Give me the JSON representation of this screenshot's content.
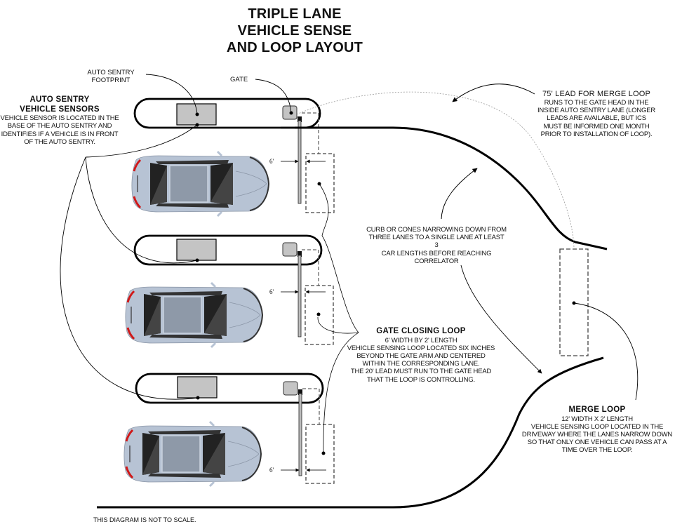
{
  "title": {
    "line1": "TRIPLE LANE",
    "line2": "VEHICLE SENSE",
    "line3": "AND LOOP LAYOUT"
  },
  "labels": {
    "footprint_line1": "AUTO SENTRY",
    "footprint_line2": "FOOTPRINT",
    "gate": "GATE",
    "dimension": "6'"
  },
  "auto_sentry_sensors": {
    "heading_line1": "AUTO SENTRY",
    "heading_line2": "VEHICLE SENSORS",
    "body": [
      "VEHICLE SENSOR IS LOCATED IN THE",
      "BASE OF THE AUTO SENTRY AND",
      "IDENTIFIES IF A VEHICLE IS IN FRONT",
      "OF THE AUTO SENTRY."
    ]
  },
  "merge_lead_note": {
    "heading": "75' LEAD FOR MERGE LOOP",
    "body": [
      "RUNS TO THE GATE HEAD IN THE",
      "INSIDE AUTO SENTRY LANE (LONGER",
      "LEADS ARE AVAILABLE, BUT ICS",
      "MUST BE INFORMED ONE MONTH",
      "PRIOR TO INSTALLATION OF LOOP)."
    ]
  },
  "curb_note": {
    "body": [
      "CURB OR CONES NARROWING DOWN FROM",
      "THREE LANES TO A SINGLE LANE AT LEAST 3",
      "CAR LENGTHS BEFORE REACHING",
      "CORRELATOR"
    ]
  },
  "gate_closing_loop": {
    "heading": "GATE CLOSING LOOP",
    "body": [
      "6' WIDTH BY 2' LENGTH",
      "VEHICLE SENSING LOOP LOCATED SIX INCHES",
      "BEYOND THE GATE ARM AND CENTERED",
      "WITHIN THE CORRESPONDING LANE.",
      "THE 20' LEAD MUST RUN TO THE GATE HEAD",
      "THAT THE LOOP IS CONTROLLING."
    ]
  },
  "merge_loop": {
    "heading": "MERGE LOOP",
    "body": [
      "12' WIDTH X 2' LENGTH",
      "VEHICLE SENSING LOOP LOCATED IN THE",
      "DRIVEWAY WHERE THE LANES NARROW DOWN",
      "SO THAT ONLY ONE VEHICLE CAN PASS AT A",
      "TIME OVER THE LOOP."
    ]
  },
  "footer": {
    "disclaimer": "THIS DIAGRAM IS NOT TO SCALE."
  },
  "colors": {
    "car_body": "#b7c3d4",
    "car_glass_dark": "#222222",
    "car_roof": "#8e99a8",
    "tail_light": "#d01818",
    "sentry_box": "#c4c4c4",
    "loop_dash": "#444444"
  },
  "lanes": [
    {
      "name": "lane-1"
    },
    {
      "name": "lane-2"
    },
    {
      "name": "lane-3"
    }
  ]
}
